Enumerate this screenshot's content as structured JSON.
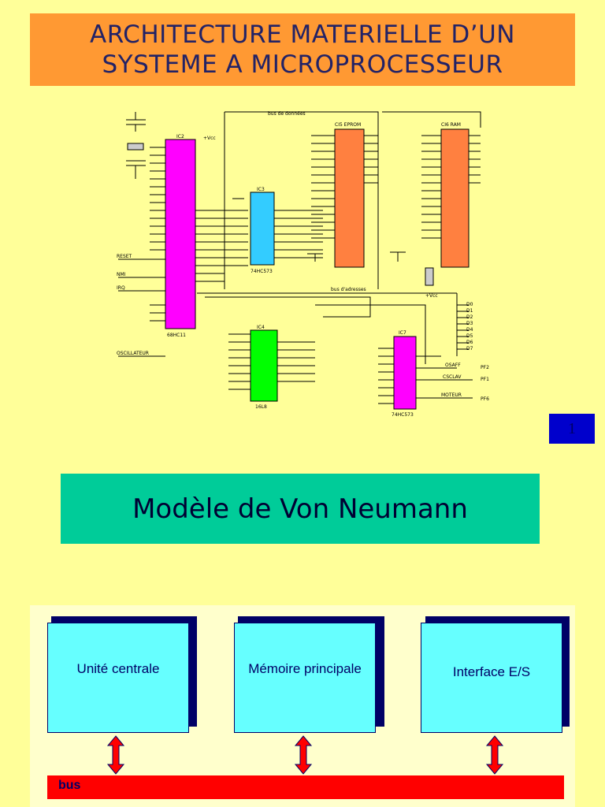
{
  "title": {
    "line1": "ARCHITECTURE MATERIELLE D’UN",
    "line2": "SYSTEME A MICROPROCESSEUR"
  },
  "schematic": {
    "chips": {
      "cpu": "68HC11",
      "ic2": "IC2",
      "ic3": "IC3",
      "ic3_part": "74HC573",
      "ic4": "IC4",
      "ic4_part": "16L8",
      "eprom": "CI5 EPROM",
      "ram": "CI6 RAM",
      "ic7": "IC7",
      "ic7_part": "74HC573"
    },
    "labels": {
      "bus_donnees": "bus de données",
      "bus_adresses": "bus d'adresses",
      "vcc": "+Vcc",
      "reset": "RESET",
      "nmi": "NMI",
      "irq": "IRQ",
      "osc": "OSCILLATEUR"
    },
    "outputs": [
      "D0",
      "D1",
      "D2",
      "D3",
      "D4",
      "D5",
      "D6",
      "D7"
    ],
    "signals": {
      "s1": "OSAFF",
      "s2": "CSCLAV",
      "s3": "MOTEUR",
      "p1": "PF2",
      "p2": "PF1",
      "p3": "PF6"
    }
  },
  "page_number": "1",
  "model_title": "Modèle de Von Neumann",
  "diagram": {
    "blocks": [
      {
        "label": "Unité centrale"
      },
      {
        "label": "Mémoire principale"
      },
      {
        "label": "Interface E/S"
      }
    ],
    "bus_label": "bus"
  },
  "colors": {
    "page_bg": "#ffff99",
    "title_bg": "#ff9933",
    "model_bg": "#00cc99",
    "block_bg": "#66ffff",
    "bus": "#ff0000",
    "cpu_chip": "#ff00ff",
    "memory_chip": "#ff8040",
    "latch_chip": "#33ccff",
    "pld_chip": "#00ff00"
  }
}
